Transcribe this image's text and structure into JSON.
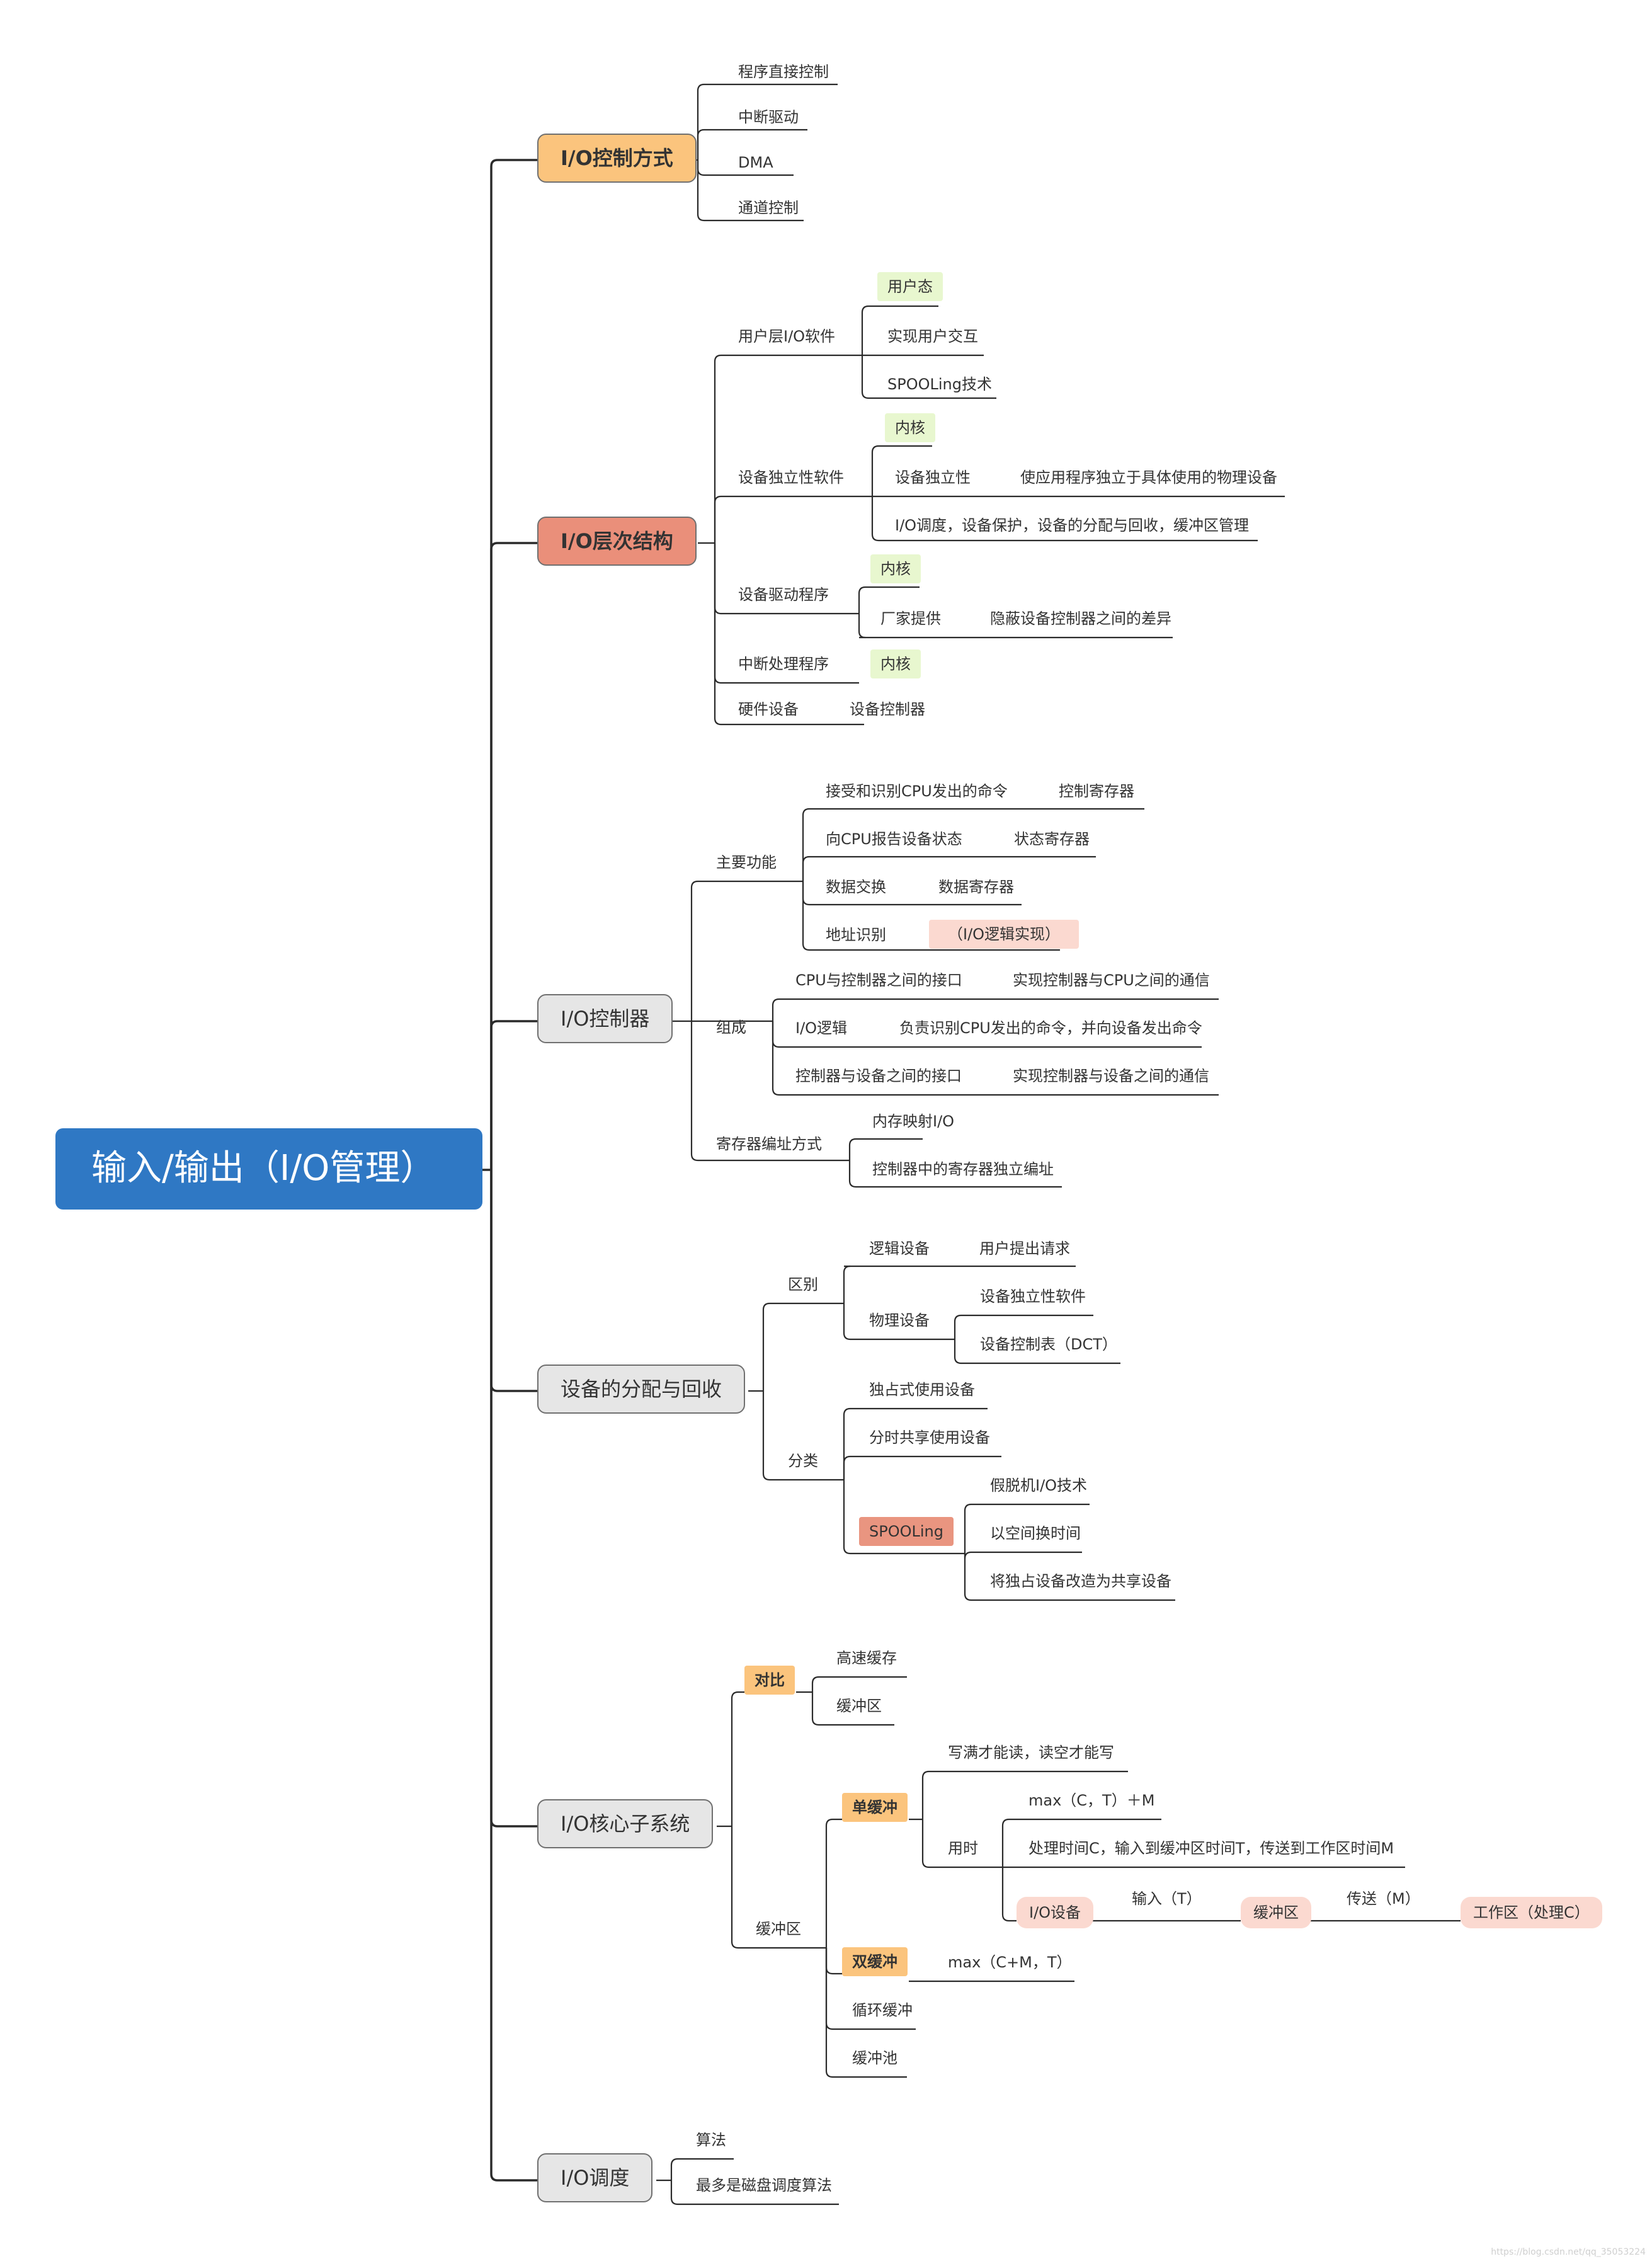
{
  "colors": {
    "line": "#2b2b2b",
    "root_fill": "#2f78c4",
    "root_text": "#ffffff",
    "level1_fill": "#e6e6e6",
    "orange_fill": "#fbc47d",
    "salmon_fill": "#ea8f7a",
    "green_tag": "#e8f7cf",
    "pink_tag": "#fbd9d0",
    "spooling_fill": "#e99580"
  },
  "map": {
    "root": "输入/输出（I/O管理）",
    "branch_control": {
      "title": "I/O控制方式",
      "items": [
        "程序直接控制",
        "中断驱动",
        "DMA",
        "通道控制"
      ]
    },
    "branch_layers": {
      "title": "I/O层次结构",
      "user": {
        "label": "用户层I/O软件",
        "tag": "用户态",
        "items": [
          "实现用户交互",
          "SPOOLing技术"
        ]
      },
      "independent": {
        "label": "设备独立性软件",
        "tag": "内核",
        "item1": "设备独立性",
        "item1_note": "使应用程序独立于具体使用的物理设备",
        "item2": "I/O调度，设备保护，设备的分配与回收，缓冲区管理"
      },
      "driver": {
        "label": "设备驱动程序",
        "tag": "内核",
        "item": "厂家提供",
        "item_note": "隐蔽设备控制器之间的差异"
      },
      "interrupt": {
        "label": "中断处理程序",
        "tag": "内核"
      },
      "hardware": {
        "label": "硬件设备",
        "note": "设备控制器"
      }
    },
    "branch_controller": {
      "title": "I/O控制器",
      "functions": {
        "label": "主要功能",
        "rows": [
          {
            "a": "接受和识别CPU发出的命令",
            "b": "控制寄存器"
          },
          {
            "a": "向CPU报告设备状态",
            "b": "状态寄存器"
          },
          {
            "a": "数据交换",
            "b": "数据寄存器"
          },
          {
            "a": "地址识别",
            "b": "（I/O逻辑实现）"
          }
        ]
      },
      "composition": {
        "label": "组成",
        "rows": [
          {
            "a": "CPU与控制器之间的接口",
            "b": "实现控制器与CPU之间的通信"
          },
          {
            "a": "I/O逻辑",
            "b": "负责识别CPU发出的命令，并向设备发出命令"
          },
          {
            "a": "控制器与设备之间的接口",
            "b": "实现控制器与设备之间的通信"
          }
        ]
      },
      "addressing": {
        "label": "寄存器编址方式",
        "items": [
          "内存映射I/O",
          "控制器中的寄存器独立编址"
        ]
      }
    },
    "branch_alloc": {
      "title": "设备的分配与回收",
      "diff": {
        "label": "区别",
        "logical": "逻辑设备",
        "logical_note": "用户提出请求",
        "physical": "物理设备",
        "physical_items": [
          "设备独立性软件",
          "设备控制表（DCT）"
        ]
      },
      "classify": {
        "label": "分类",
        "items": [
          "独占式使用设备",
          "分时共享使用设备"
        ],
        "spooling": "SPOOLing",
        "spooling_items": [
          "假脱机I/O技术",
          "以空间换时间",
          "将独占设备改造为共享设备"
        ]
      }
    },
    "branch_core": {
      "title": "I/O核心子系统",
      "compare": {
        "label": "对比",
        "items": [
          "高速缓存",
          "缓冲区"
        ]
      },
      "buffer": {
        "label": "缓冲区",
        "single": {
          "label": "单缓冲",
          "rule": "写满才能读，读空才能写",
          "time_label": "用时",
          "formula": "max（C，T）＋M",
          "explain": "处理时间C，输入到缓冲区时间T，传送到工作区时间M",
          "flow_io": "I/O设备",
          "flow_input": "输入（T）",
          "flow_buffer": "缓冲区",
          "flow_transfer": "传送（M）",
          "flow_work": "工作区（处理C）"
        },
        "double": {
          "label": "双缓冲",
          "formula": "max（C+M，T）"
        },
        "others": [
          "循环缓冲",
          "缓冲池"
        ]
      }
    },
    "branch_sched": {
      "title": "I/O调度",
      "items": [
        "算法",
        "最多是磁盘调度算法"
      ]
    }
  },
  "watermark": "https://blog.csdn.net/qq_35053224"
}
